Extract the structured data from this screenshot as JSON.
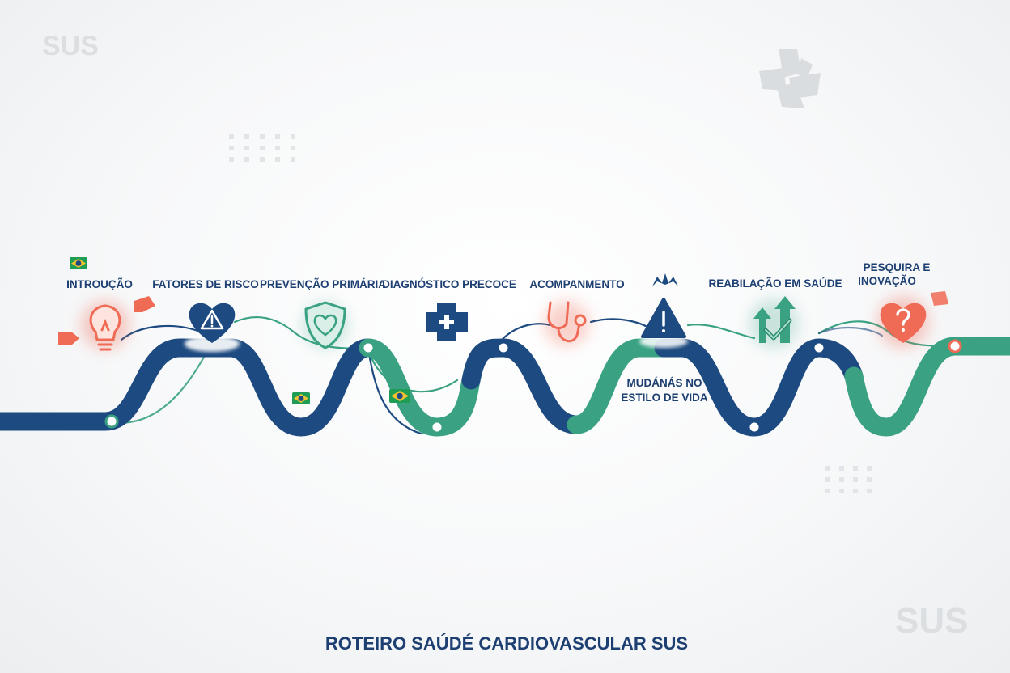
{
  "watermarks": {
    "top_left": "SUS",
    "bottom_right": "SUS"
  },
  "milestones": [
    {
      "label": "INTROUÇÃO",
      "icon": "lightbulb-icon"
    },
    {
      "label": "FATORES DE RISCO",
      "icon": "heart-warning-icon"
    },
    {
      "label": "PREVENÇÃO PRIMÁRIA",
      "icon": "shield-heart-icon"
    },
    {
      "label": "DIAGNÓSTICO PRECOCE",
      "icon": "medical-cross-icon"
    },
    {
      "label": "ACOMPANMENTO",
      "icon": "stethoscope-icon"
    },
    {
      "label_line1": "MUDÁNÁS NO",
      "label_line2": "ESTILO DE VIDA",
      "icon": "warning-triangle-icon"
    },
    {
      "label": "REABILAÇÃO EM SAÚDE",
      "icon": "growth-check-icon"
    },
    {
      "label_line1": "PESQUIRA E",
      "label_line2": "INOVAÇÃO",
      "icon": "heart-question-icon"
    }
  ],
  "title": "ROTEIRO SAÚDÉ CARDIOVASCULAR SUS",
  "colors": {
    "navy": "#1d4a80",
    "green": "#3aa283",
    "coral": "#ef6b55",
    "text": "#1d3f72"
  }
}
